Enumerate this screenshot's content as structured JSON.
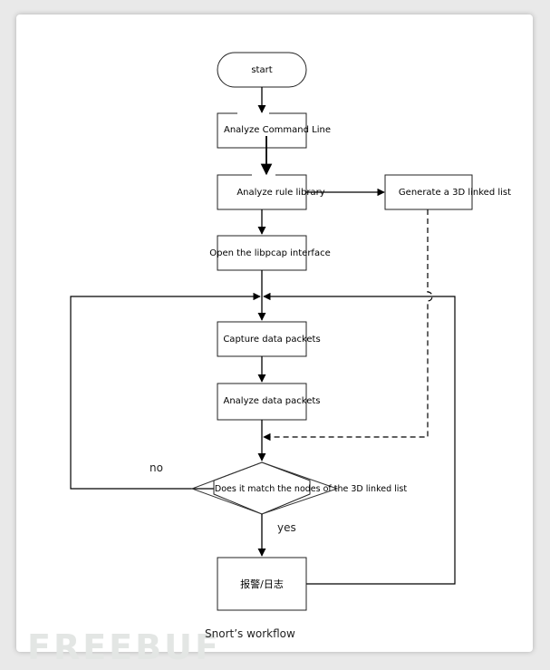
{
  "nodes": {
    "start": "start",
    "analyze_cmd": "Analyze Command Line",
    "analyze_rule": "Analyze rule library",
    "generate_list": "Generate a 3D linked list",
    "open_libpcap": "Open the libpcap interface",
    "capture": "Capture data packets",
    "analyze_packets": "Analyze data packets",
    "decision": "Does it match the nodes of the 3D linked list",
    "alarm_log": "报警/日志"
  },
  "labels": {
    "no": "no",
    "yes": "yes"
  },
  "caption": "Snort’s workflow",
  "watermark": "FREEBUF",
  "colors": {
    "line": "#000000",
    "box_border": "#222222",
    "background": "#ffffff",
    "watermark": "#e3e6e4"
  }
}
